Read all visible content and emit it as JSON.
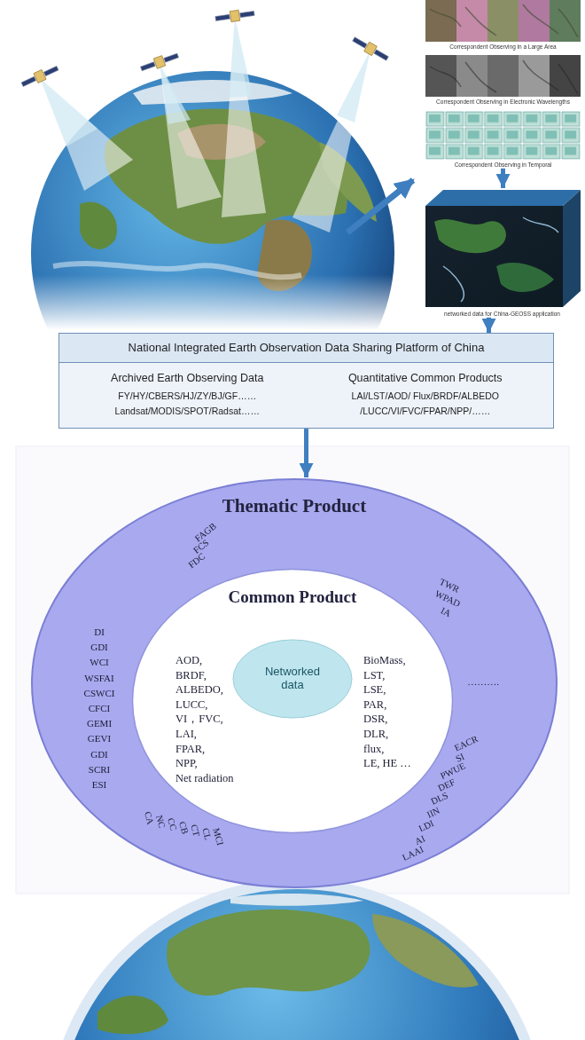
{
  "diagram": {
    "nodes": [
      {
        "text": [
          "Correspondent Observing in a Large Area"
        ]
      },
      {
        "text": [
          "Correspondent Observing in Electronic Wavelengths"
        ]
      },
      {
        "text": [
          "Correspondent Observing in Temporal"
        ]
      },
      {
        "text": [
          "networked data for China-GEOSS application"
        ]
      },
      {
        "text": [
          "National Integrated Earth Observation Data Sharing Platform of China",
          "Archived Earth Observing Data",
          "FY/HY/CBERS/HJ/ZY/BJ/GF……",
          "Landsat/MODIS/SPOT/Radsat……",
          "Quantitative Common Products",
          "LAI/LST/AOD/ Flux/BRDF/ALBEDO",
          "/LUCC/VI/FVC/FPAR/NPP/……"
        ]
      },
      {
        "text": [
          "Thematic Product"
        ]
      },
      {
        "text": [
          "Common Product"
        ],
        "in": 5
      },
      {
        "text": [
          "Networked data"
        ],
        "in": 6
      }
    ],
    "edges": [
      {
        "from": 2,
        "to": 3,
        "arrow": "to"
      },
      {
        "from": 3,
        "to": 4,
        "arrow": "to"
      },
      {
        "from": 4,
        "to": 5,
        "arrow": "to"
      }
    ],
    "labels": [
      "DI",
      "GDI",
      "WCI",
      "WSFAI",
      "CSWCI",
      "CFCI",
      "GEMI",
      "GEVI",
      "GDI",
      "SCRI",
      "ESI",
      "FAGB",
      "FCS",
      "FDC",
      "TWR",
      "WPAD",
      "IA",
      "……….",
      "EACR",
      "SI",
      "PWUE",
      "DEF",
      "DLS",
      "IIN",
      "LDI",
      "AI",
      "LAAI",
      "CA",
      "NC",
      "CC",
      "CB",
      "CT",
      "CL",
      "MCI",
      "AOD,",
      "BRDF,",
      "ALBEDO,",
      "LUCC,",
      "VI，FVC,",
      "LAI,",
      "FPAR,",
      "NPP,",
      "Net radiation",
      "BioMass,",
      "LST,",
      "LSE,",
      "PAR,",
      "DSR,",
      "DLR,",
      "flux,",
      "LE, HE …"
    ]
  }
}
